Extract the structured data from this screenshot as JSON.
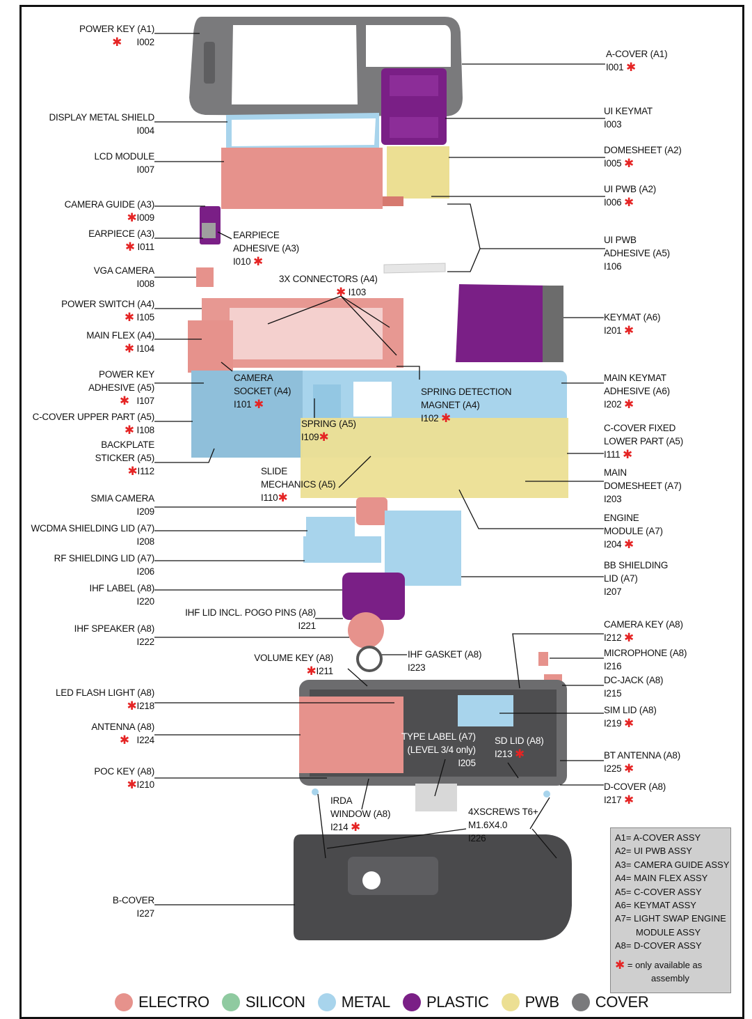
{
  "colors": {
    "electro": "#e6928c",
    "silicon": "#8fcaa0",
    "metal": "#a8d4ec",
    "plastic": "#7a1f86",
    "pwb": "#ecdf93",
    "cover": "#7a7a7c",
    "star": "#e52424",
    "legend_bg": "#cfcfcf"
  },
  "labels": [
    {
      "id": "power-key",
      "lines": [
        "POWER KEY (A1)"
      ],
      "code": "I002",
      "star": true
    },
    {
      "id": "a-cover",
      "lines": [
        "A-COVER (A1)"
      ],
      "code": "I001",
      "star": true
    },
    {
      "id": "display-metal-shield",
      "lines": [
        "DISPLAY METAL SHIELD"
      ],
      "code": "I004",
      "star": false
    },
    {
      "id": "ui-keymat",
      "lines": [
        "UI KEYMAT"
      ],
      "code": "I003",
      "star": false
    },
    {
      "id": "lcd-module",
      "lines": [
        "LCD MODULE"
      ],
      "code": "I007",
      "star": false
    },
    {
      "id": "domesheet",
      "lines": [
        "DOMESHEET (A2)"
      ],
      "code": "I005",
      "star": true
    },
    {
      "id": "ui-pwb",
      "lines": [
        "UI PWB (A2)"
      ],
      "code": "I006",
      "star": true
    },
    {
      "id": "camera-guide",
      "lines": [
        "CAMERA GUIDE (A3)"
      ],
      "code": "I009",
      "star": true
    },
    {
      "id": "earpiece",
      "lines": [
        "EARPIECE (A3)"
      ],
      "code": "I011",
      "star": true
    },
    {
      "id": "earpiece-adhesive",
      "lines": [
        "EARPIECE",
        "ADHESIVE (A3)"
      ],
      "code": "I010",
      "star": true
    },
    {
      "id": "ui-pwb-adhesive",
      "lines": [
        "UI PWB",
        "ADHESIVE (A5)"
      ],
      "code": "I106",
      "star": false
    },
    {
      "id": "vga-camera",
      "lines": [
        "VGA CAMERA"
      ],
      "code": "I008",
      "star": false
    },
    {
      "id": "3x-connectors",
      "lines": [
        "3X CONNECTORS (A4)"
      ],
      "code": "I103",
      "star": true
    },
    {
      "id": "power-switch",
      "lines": [
        "POWER SWITCH (A4)"
      ],
      "code": "I105",
      "star": true
    },
    {
      "id": "keymat",
      "lines": [
        "KEYMAT (A6)"
      ],
      "code": "I201",
      "star": true
    },
    {
      "id": "main-flex",
      "lines": [
        "MAIN FLEX (A4)"
      ],
      "code": "I104",
      "star": true
    },
    {
      "id": "power-key-adhesive",
      "lines": [
        "POWER KEY",
        "ADHESIVE (A5)"
      ],
      "code": "I107",
      "star": true
    },
    {
      "id": "camera-socket",
      "lines": [
        "CAMERA",
        "SOCKET (A4)"
      ],
      "code": "I101",
      "star": true
    },
    {
      "id": "spring-detection-magnet",
      "lines": [
        "SPRING DETECTION",
        "MAGNET (A4)"
      ],
      "code": "I102",
      "star": true
    },
    {
      "id": "main-keymat-adhesive",
      "lines": [
        "MAIN KEYMAT",
        "ADHESIVE (A6)"
      ],
      "code": "I202",
      "star": true
    },
    {
      "id": "c-cover-upper",
      "lines": [
        "C-COVER UPPER PART (A5)"
      ],
      "code": "I108",
      "star": true
    },
    {
      "id": "spring",
      "lines": [
        "SPRING (A5)"
      ],
      "code": "I109",
      "star": true
    },
    {
      "id": "backplate-sticker",
      "lines": [
        "BACKPLATE",
        "STICKER (A5)"
      ],
      "code": "I112",
      "star": true
    },
    {
      "id": "c-cover-fixed",
      "lines": [
        "C-COVER FIXED",
        "LOWER PART (A5)"
      ],
      "code": "I111",
      "star": true
    },
    {
      "id": "slide-mechanics",
      "lines": [
        "SLIDE",
        "MECHANICS (A5)"
      ],
      "code": "I110",
      "star": true
    },
    {
      "id": "main-domesheet",
      "lines": [
        "MAIN",
        "DOMESHEET (A7)"
      ],
      "code": "I203",
      "star": false
    },
    {
      "id": "smia-camera",
      "lines": [
        "SMIA CAMERA"
      ],
      "code": "I209",
      "star": false
    },
    {
      "id": "engine-module",
      "lines": [
        "ENGINE",
        "MODULE (A7)"
      ],
      "code": "I204",
      "star": true
    },
    {
      "id": "wcdma-shielding-lid",
      "lines": [
        "WCDMA SHIELDING LID (A7)"
      ],
      "code": "I208",
      "star": false
    },
    {
      "id": "rf-shielding-lid",
      "lines": [
        "RF SHIELDING LID (A7)"
      ],
      "code": "I206",
      "star": false
    },
    {
      "id": "bb-shielding-lid",
      "lines": [
        "BB SHIELDING",
        "LID (A7)"
      ],
      "code": "I207",
      "star": false
    },
    {
      "id": "ihf-label",
      "lines": [
        "IHF LABEL (A8)"
      ],
      "code": "I220",
      "star": false
    },
    {
      "id": "ihf-lid",
      "lines": [
        "IHF LID INCL. POGO PINS (A8)"
      ],
      "code": "I221",
      "star": false
    },
    {
      "id": "ihf-speaker",
      "lines": [
        "IHF SPEAKER (A8)"
      ],
      "code": "I222",
      "star": false
    },
    {
      "id": "camera-key",
      "lines": [
        "CAMERA KEY (A8)"
      ],
      "code": "I212",
      "star": true
    },
    {
      "id": "volume-key",
      "lines": [
        "VOLUME KEY (A8)"
      ],
      "code": "I211",
      "star": true
    },
    {
      "id": "ihf-gasket",
      "lines": [
        "IHF GASKET (A8)"
      ],
      "code": "I223",
      "star": false
    },
    {
      "id": "microphone",
      "lines": [
        "MICROPHONE (A8)"
      ],
      "code": "I216",
      "star": false
    },
    {
      "id": "dc-jack",
      "lines": [
        "DC-JACK (A8)"
      ],
      "code": "I215",
      "star": false
    },
    {
      "id": "led-flash-light",
      "lines": [
        "LED FLASH LIGHT (A8)"
      ],
      "code": "I218",
      "star": true
    },
    {
      "id": "sim-lid",
      "lines": [
        "SIM LID (A8)"
      ],
      "code": "I219",
      "star": true
    },
    {
      "id": "antenna",
      "lines": [
        "ANTENNA (A8)"
      ],
      "code": "I224",
      "star": true
    },
    {
      "id": "type-label",
      "lines": [
        "TYPE LABEL (A7)",
        "(LEVEL 3/4 only)"
      ],
      "code": "I205",
      "star": false
    },
    {
      "id": "sd-lid",
      "lines": [
        "SD LID (A8)"
      ],
      "code": "I213",
      "star": true
    },
    {
      "id": "bt-antenna",
      "lines": [
        "BT ANTENNA (A8)"
      ],
      "code": "I225",
      "star": true
    },
    {
      "id": "poc-key",
      "lines": [
        "POC KEY (A8)"
      ],
      "code": "I210",
      "star": true
    },
    {
      "id": "d-cover",
      "lines": [
        "D-COVER (A8)"
      ],
      "code": "I217",
      "star": true
    },
    {
      "id": "irda-window",
      "lines": [
        "IRDA",
        "WINDOW (A8)"
      ],
      "code": "I214",
      "star": true
    },
    {
      "id": "screws",
      "lines": [
        "4XSCREWS T6+",
        "M1.6X4.0"
      ],
      "code": "I226",
      "star": false
    },
    {
      "id": "b-cover",
      "lines": [
        "B-COVER"
      ],
      "code": "I227",
      "star": false
    }
  ],
  "assembly_legend": {
    "lines": [
      "A1= A-COVER ASSY",
      "A2= UI PWB ASSY",
      "A3= CAMERA GUIDE ASSY",
      "A4= MAIN FLEX ASSY",
      "A5= C-COVER ASSY",
      "A6= KEYMAT ASSY",
      "A7= LIGHT SWAP ENGINE",
      "MODULE ASSY",
      "A8= D-COVER ASSY"
    ],
    "note_symbol": "✱",
    "note_text": [
      "= only available as",
      "assembly"
    ]
  },
  "material_legend": [
    {
      "key": "electro",
      "label": "ELECTRO",
      "color": "#e6928c"
    },
    {
      "key": "silicon",
      "label": "SILICON",
      "color": "#8fcaa0"
    },
    {
      "key": "metal",
      "label": "METAL",
      "color": "#a8d4ec"
    },
    {
      "key": "plastic",
      "label": "PLASTIC",
      "color": "#7a1f86"
    },
    {
      "key": "pwb",
      "label": "PWB",
      "color": "#ecdf93"
    },
    {
      "key": "cover",
      "label": "COVER",
      "color": "#7a7a7c"
    }
  ]
}
